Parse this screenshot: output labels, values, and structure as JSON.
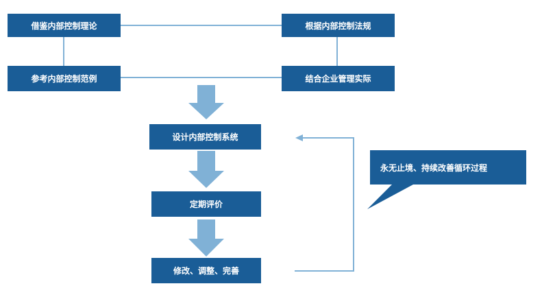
{
  "top_boxes": {
    "borrow_theory": "借鉴内部控制理论",
    "reference_examples": "参考内部控制范例",
    "follow_regulations": "根据内部控制法规",
    "combine_practice": "结合企业管理实际"
  },
  "flow_steps": {
    "design": "设计内部控制系统",
    "evaluate": "定期评价",
    "improve": "修改、调整、完善"
  },
  "callout": {
    "text": "永无止境、持续改善循环过程"
  },
  "colors": {
    "box": "#1a5d97",
    "arrow": "#80b1d6",
    "line": "#80b1d6",
    "text": "#ffffff"
  }
}
